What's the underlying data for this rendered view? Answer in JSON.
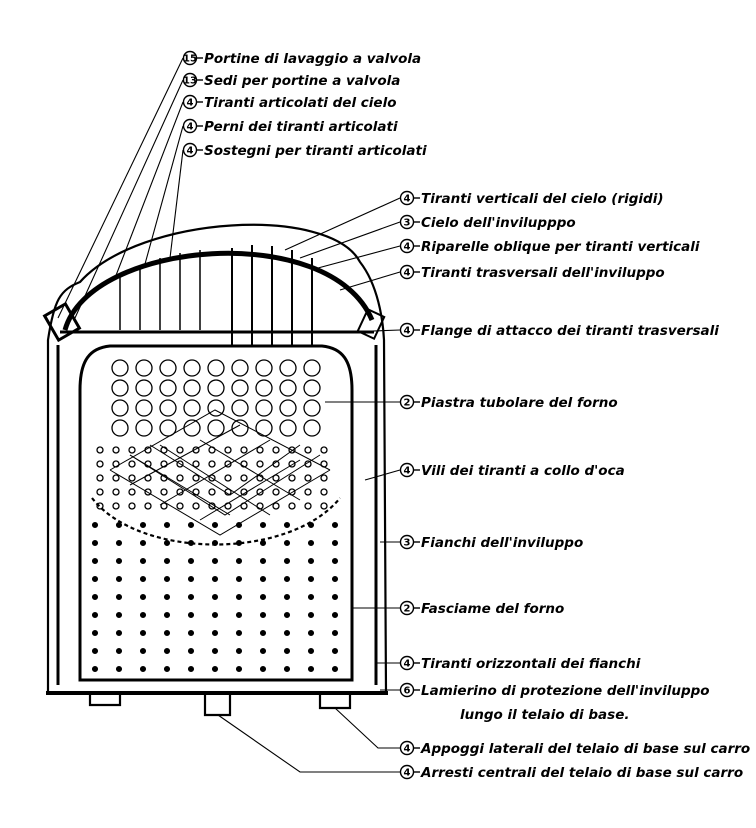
{
  "labels": {
    "l01": {
      "num": "15",
      "text": "Portine di lavaggio a valvola"
    },
    "l02": {
      "num": "13",
      "text": "Sedi per portine a valvola"
    },
    "l03": {
      "num": "4",
      "text": "Tiranti articolati del cielo"
    },
    "l04": {
      "num": "4",
      "text": "Perni dei tiranti articolati"
    },
    "l05": {
      "num": "4",
      "text": "Sostegni per tiranti articolati"
    },
    "l06": {
      "num": "4",
      "text": "Tiranti verticali del cielo (rigidi)"
    },
    "l07": {
      "num": "3",
      "text": "Cielo dell'invilupppo"
    },
    "l08": {
      "num": "4",
      "text": "Riparelle oblique per tiranti verticali"
    },
    "l09": {
      "num": "4",
      "text": "Tiranti trasversali dell'inviluppo"
    },
    "l10": {
      "num": "4",
      "text": "Flange di attacco dei tiranti trasversali"
    },
    "l11": {
      "num": "2",
      "text": "Piastra tubolare del forno"
    },
    "l12": {
      "num": "4",
      "text": "Vili dei tiranti a collo d'oca"
    },
    "l13": {
      "num": "3",
      "text": "Fianchi dell'inviluppo"
    },
    "l14": {
      "num": "2",
      "text": "Fasciame del forno"
    },
    "l15": {
      "num": "4",
      "text": "Tiranti orizzontali dei fianchi"
    },
    "l16": {
      "num": "6",
      "text": "Lamierino di protezione dell'inviluppo"
    },
    "l16b": {
      "text": "lungo il telaio di base."
    },
    "l17": {
      "num": "4",
      "text": "Appoggi laterali del telaio di base sul carro"
    },
    "l18": {
      "num": "4",
      "text": "Arresti centrali del telaio di base sul carro"
    }
  }
}
